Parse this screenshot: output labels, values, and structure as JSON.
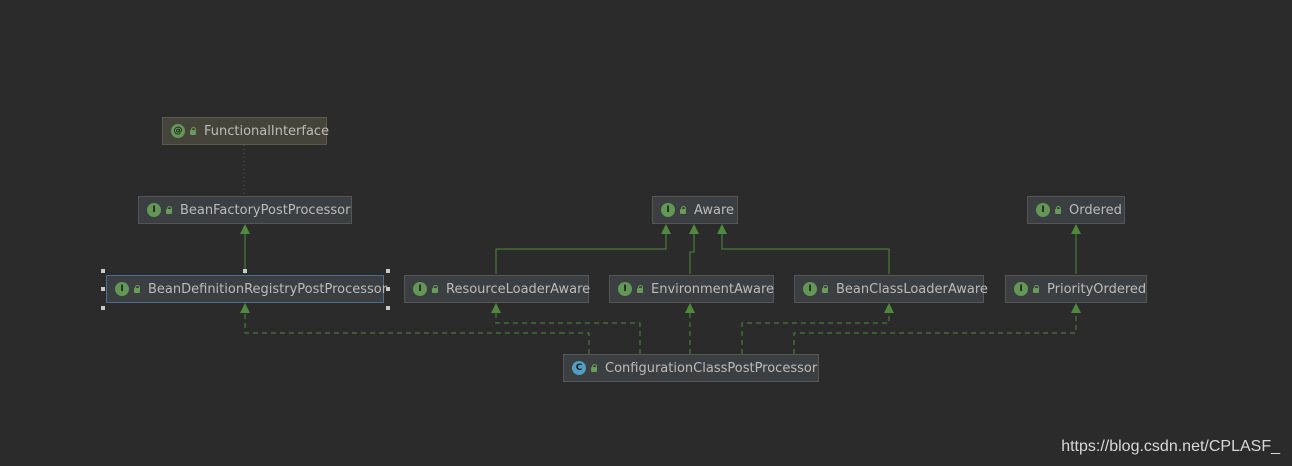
{
  "colors": {
    "background": "#2b2b2b",
    "node_fill": "#3c3f41",
    "annotation_fill": "#45443a",
    "inheritance_edge": "#4f8a3c",
    "selection_border": "#4a6c95",
    "interface_badge": "#629755",
    "class_badge": "#4f9ec4"
  },
  "nodes": {
    "functional_interface": {
      "label": "FunctionalInterface",
      "badge": "@",
      "kind": "annotation"
    },
    "bean_factory_post_processor": {
      "label": "BeanFactoryPostProcessor",
      "badge": "I",
      "kind": "interface"
    },
    "bean_definition_registry_post_processor": {
      "label": "BeanDefinitionRegistryPostProcessor",
      "badge": "I",
      "kind": "interface"
    },
    "aware": {
      "label": "Aware",
      "badge": "I",
      "kind": "interface"
    },
    "resource_loader_aware": {
      "label": "ResourceLoaderAware",
      "badge": "I",
      "kind": "interface"
    },
    "environment_aware": {
      "label": "EnvironmentAware",
      "badge": "I",
      "kind": "interface"
    },
    "bean_class_loader_aware": {
      "label": "BeanClassLoaderAware",
      "badge": "I",
      "kind": "interface"
    },
    "ordered": {
      "label": "Ordered",
      "badge": "I",
      "kind": "interface"
    },
    "priority_ordered": {
      "label": "PriorityOrdered",
      "badge": "I",
      "kind": "interface"
    },
    "configuration_class_post_processor": {
      "label": "ConfigurationClassPostProcessor",
      "badge": "C",
      "kind": "class"
    }
  },
  "edges": [
    {
      "from": "functional_interface",
      "to": "bean_factory_post_processor",
      "style": "annotation"
    },
    {
      "from": "bean_definition_registry_post_processor",
      "to": "bean_factory_post_processor",
      "style": "extends"
    },
    {
      "from": "resource_loader_aware",
      "to": "aware",
      "style": "extends"
    },
    {
      "from": "environment_aware",
      "to": "aware",
      "style": "extends"
    },
    {
      "from": "bean_class_loader_aware",
      "to": "aware",
      "style": "extends"
    },
    {
      "from": "priority_ordered",
      "to": "ordered",
      "style": "extends"
    },
    {
      "from": "configuration_class_post_processor",
      "to": "bean_definition_registry_post_processor",
      "style": "implements"
    },
    {
      "from": "configuration_class_post_processor",
      "to": "resource_loader_aware",
      "style": "implements"
    },
    {
      "from": "configuration_class_post_processor",
      "to": "environment_aware",
      "style": "implements"
    },
    {
      "from": "configuration_class_post_processor",
      "to": "bean_class_loader_aware",
      "style": "implements"
    },
    {
      "from": "configuration_class_post_processor",
      "to": "priority_ordered",
      "style": "implements"
    }
  ],
  "watermark": "https://blog.csdn.net/CPLASF_"
}
